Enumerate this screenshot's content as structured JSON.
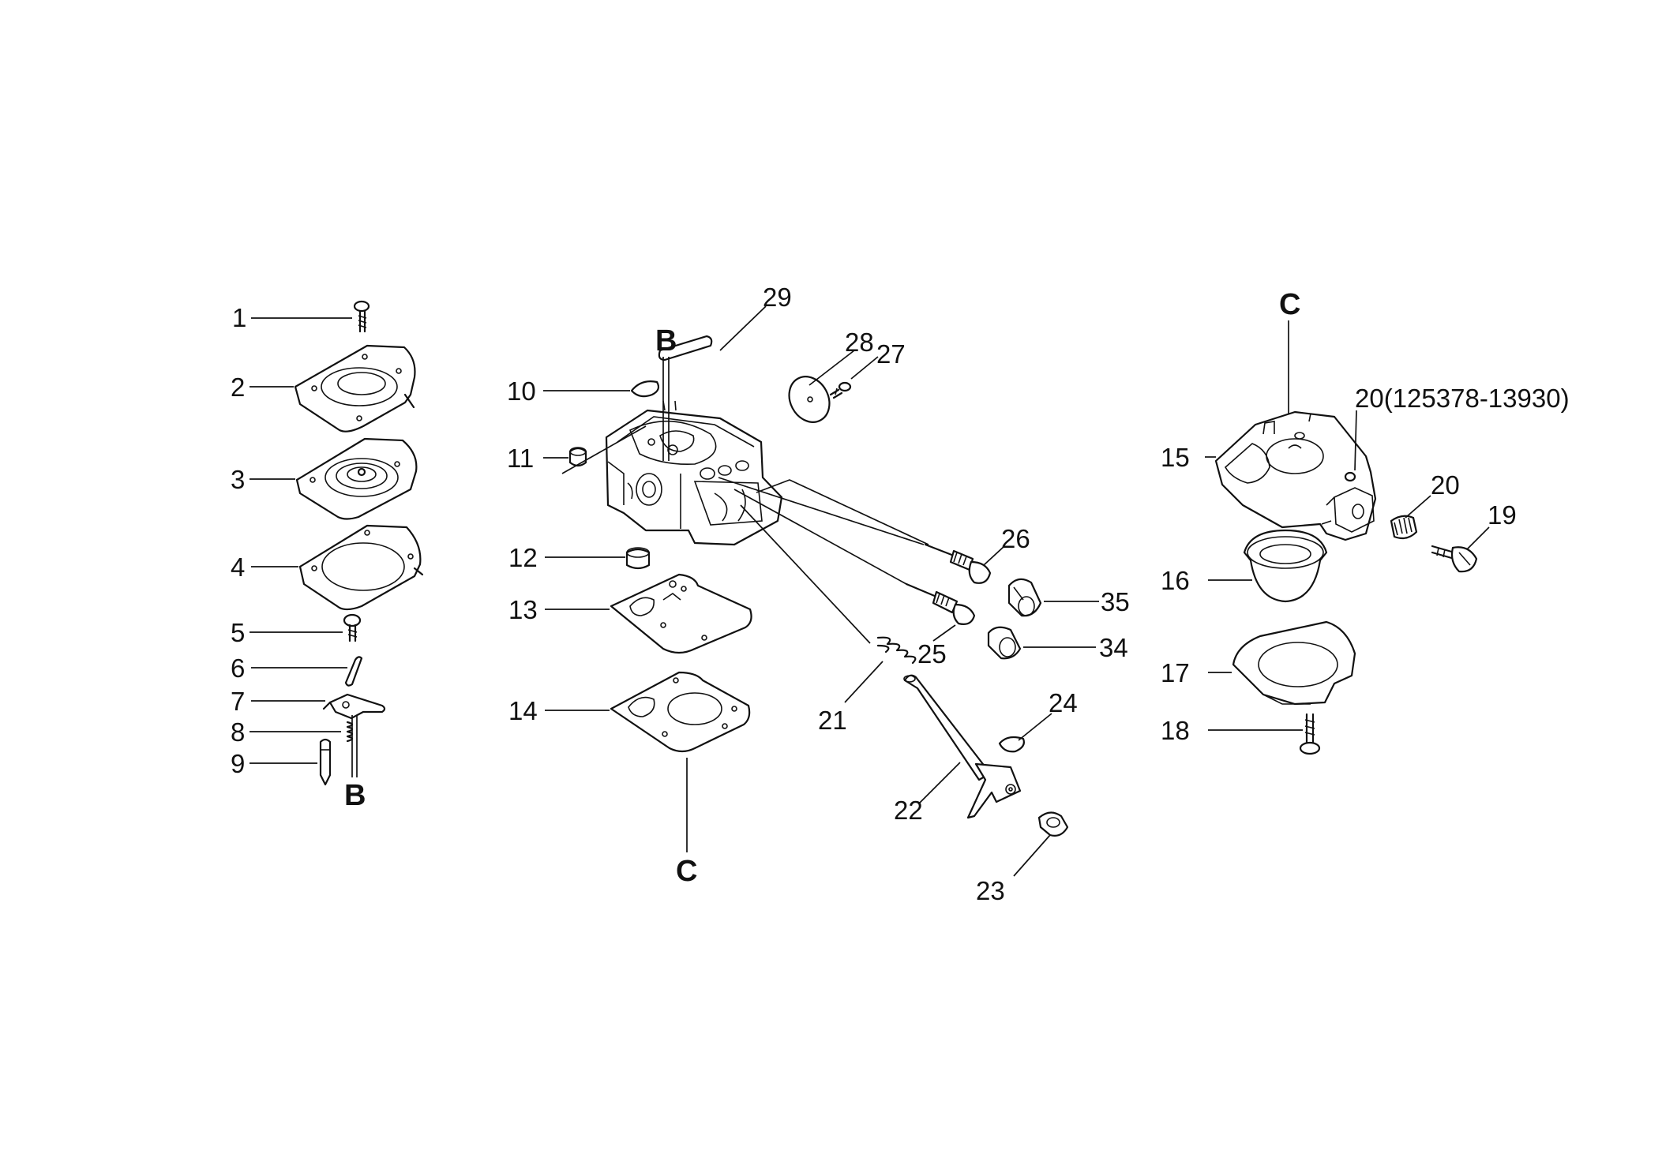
{
  "labels": {
    "p1": "1",
    "p2": "2",
    "p3": "3",
    "p4": "4",
    "p5": "5",
    "p6": "6",
    "p7": "7",
    "p8": "8",
    "p9": "9",
    "p10": "10",
    "p11": "11",
    "p12": "12",
    "p13": "13",
    "p14": "14",
    "p15": "15",
    "p16": "16",
    "p17": "17",
    "p18": "18",
    "p19": "19",
    "p20a": "20",
    "p20b": "20(125378-13930)",
    "p21": "21",
    "p22": "22",
    "p23": "23",
    "p24": "24",
    "p25": "25",
    "p26": "26",
    "p27": "27",
    "p28": "28",
    "p29": "29",
    "p34": "34",
    "p35": "35"
  },
  "refs": {
    "b_top": "B",
    "b_bottom": "B",
    "c_right": "C",
    "c_bottom": "C"
  }
}
